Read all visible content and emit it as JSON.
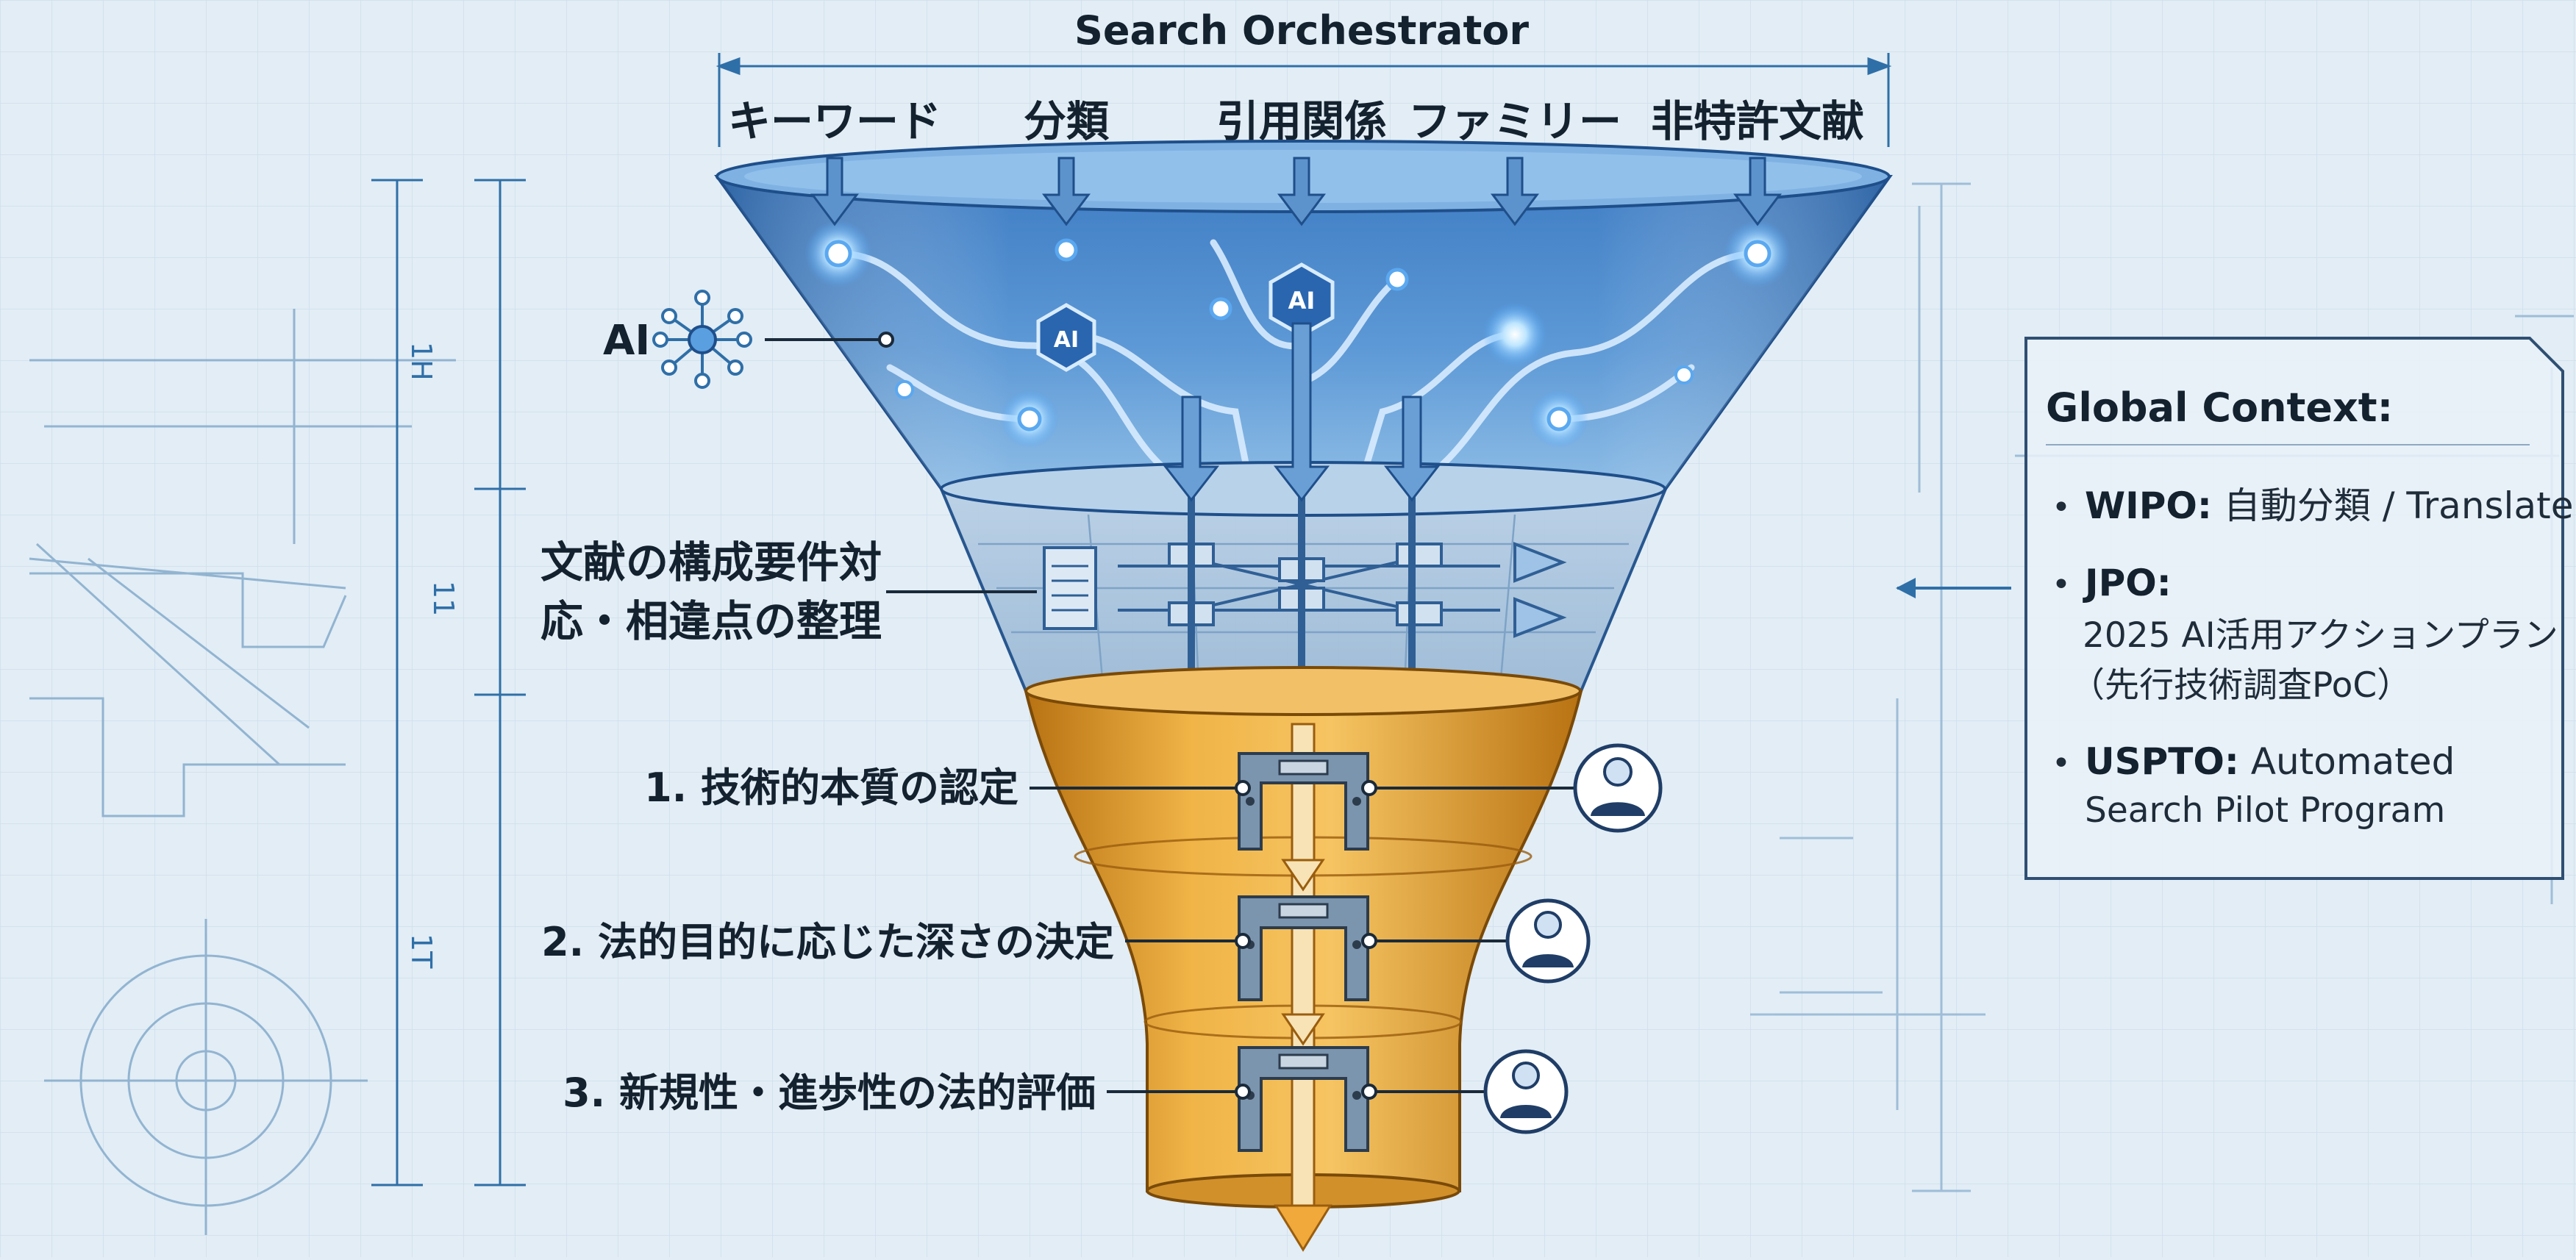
{
  "title": "Search Orchestrator",
  "inputs": [
    "キーワード",
    "分類",
    "引用関係",
    "ファミリー",
    "非特許文献"
  ],
  "ai_label": "AI",
  "chip_labels": [
    "AI",
    "AI"
  ],
  "middle_label": {
    "line1": "文献の構成要件対",
    "line2": "応・相違点の整理"
  },
  "steps": [
    "1. 技術的本質の認定",
    "2. 法的目的に応じた深さの決定",
    "3. 新規性・進歩性の法的評価"
  ],
  "dimension_labels": [
    "1H",
    "11",
    "1T"
  ],
  "panel": {
    "title": "Global Context:",
    "bullet": "•",
    "items": [
      {
        "key": "WIPO:",
        "lines": [
          " 自動分類 / Translate"
        ]
      },
      {
        "key": "JPO:",
        "lines": [
          "2025 AI活用アクションプラン",
          "（先行技術調査PoC）"
        ]
      },
      {
        "key": "USPTO:",
        "lines": [
          " Automated",
          "Search Pilot Program"
        ]
      }
    ]
  },
  "colors": {
    "background": "#e2edf5",
    "funnel_top": "#4a86c8",
    "funnel_mid": "#a9c3da",
    "funnel_bottom": "#e5a33a",
    "text": "#14212e"
  }
}
